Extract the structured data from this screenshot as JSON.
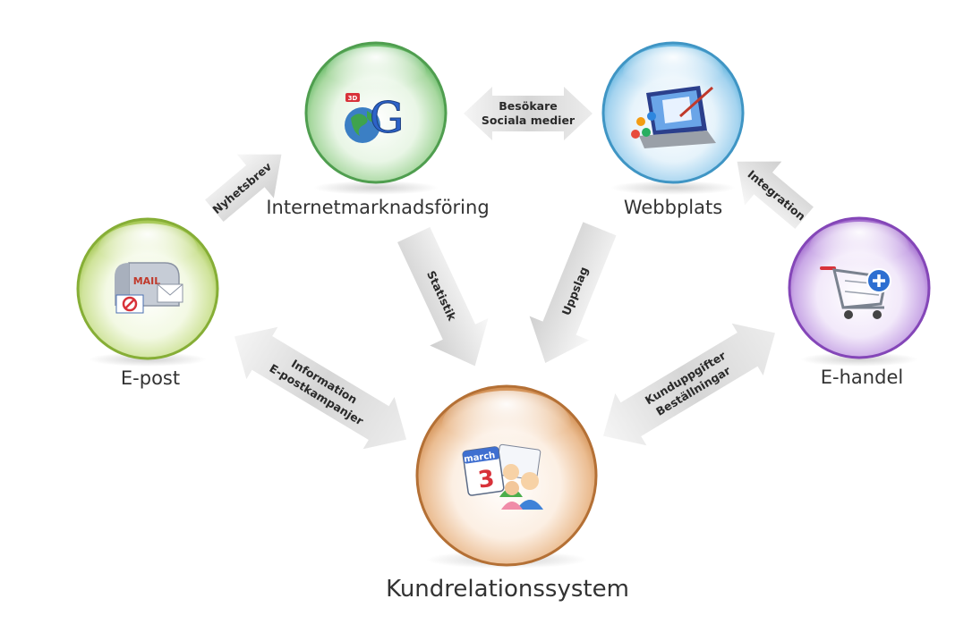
{
  "nodes": {
    "internet_marketing": {
      "label": "Internetmarknadsföring",
      "icon": "google-globe-icon",
      "color": "#5fb760"
    },
    "website": {
      "label": "Webbplats",
      "icon": "laptop-joomla-icon",
      "color": "#5eb2dd"
    },
    "email": {
      "label": "E-post",
      "icon": "mailbox-icon",
      "color": "#9cc245"
    },
    "ecommerce": {
      "label": "E-handel",
      "icon": "shopping-cart-add-icon",
      "color": "#9a5fc8"
    },
    "crm": {
      "label": "Kundrelationssystem",
      "icon": "calendar-contacts-icon",
      "color": "#cf8a4c"
    }
  },
  "icon_text": {
    "mail": "MAIL",
    "google": "G",
    "google_badge": "3D",
    "calendar_month": "march",
    "calendar_day": "3"
  },
  "arrows": {
    "nyhetsbrev": "Nyhetsbrev",
    "besokare_line1": "Besökare",
    "besokare_line2": "Sociala medier",
    "integration": "Integration",
    "statistik": "Statistik",
    "uppslag": "Uppslag",
    "information_line1": "Information",
    "information_line2": "E-postkampanjer",
    "kunduppgifter_line1": "Kunduppgifter",
    "kunduppgifter_line2": "Beställningar"
  }
}
